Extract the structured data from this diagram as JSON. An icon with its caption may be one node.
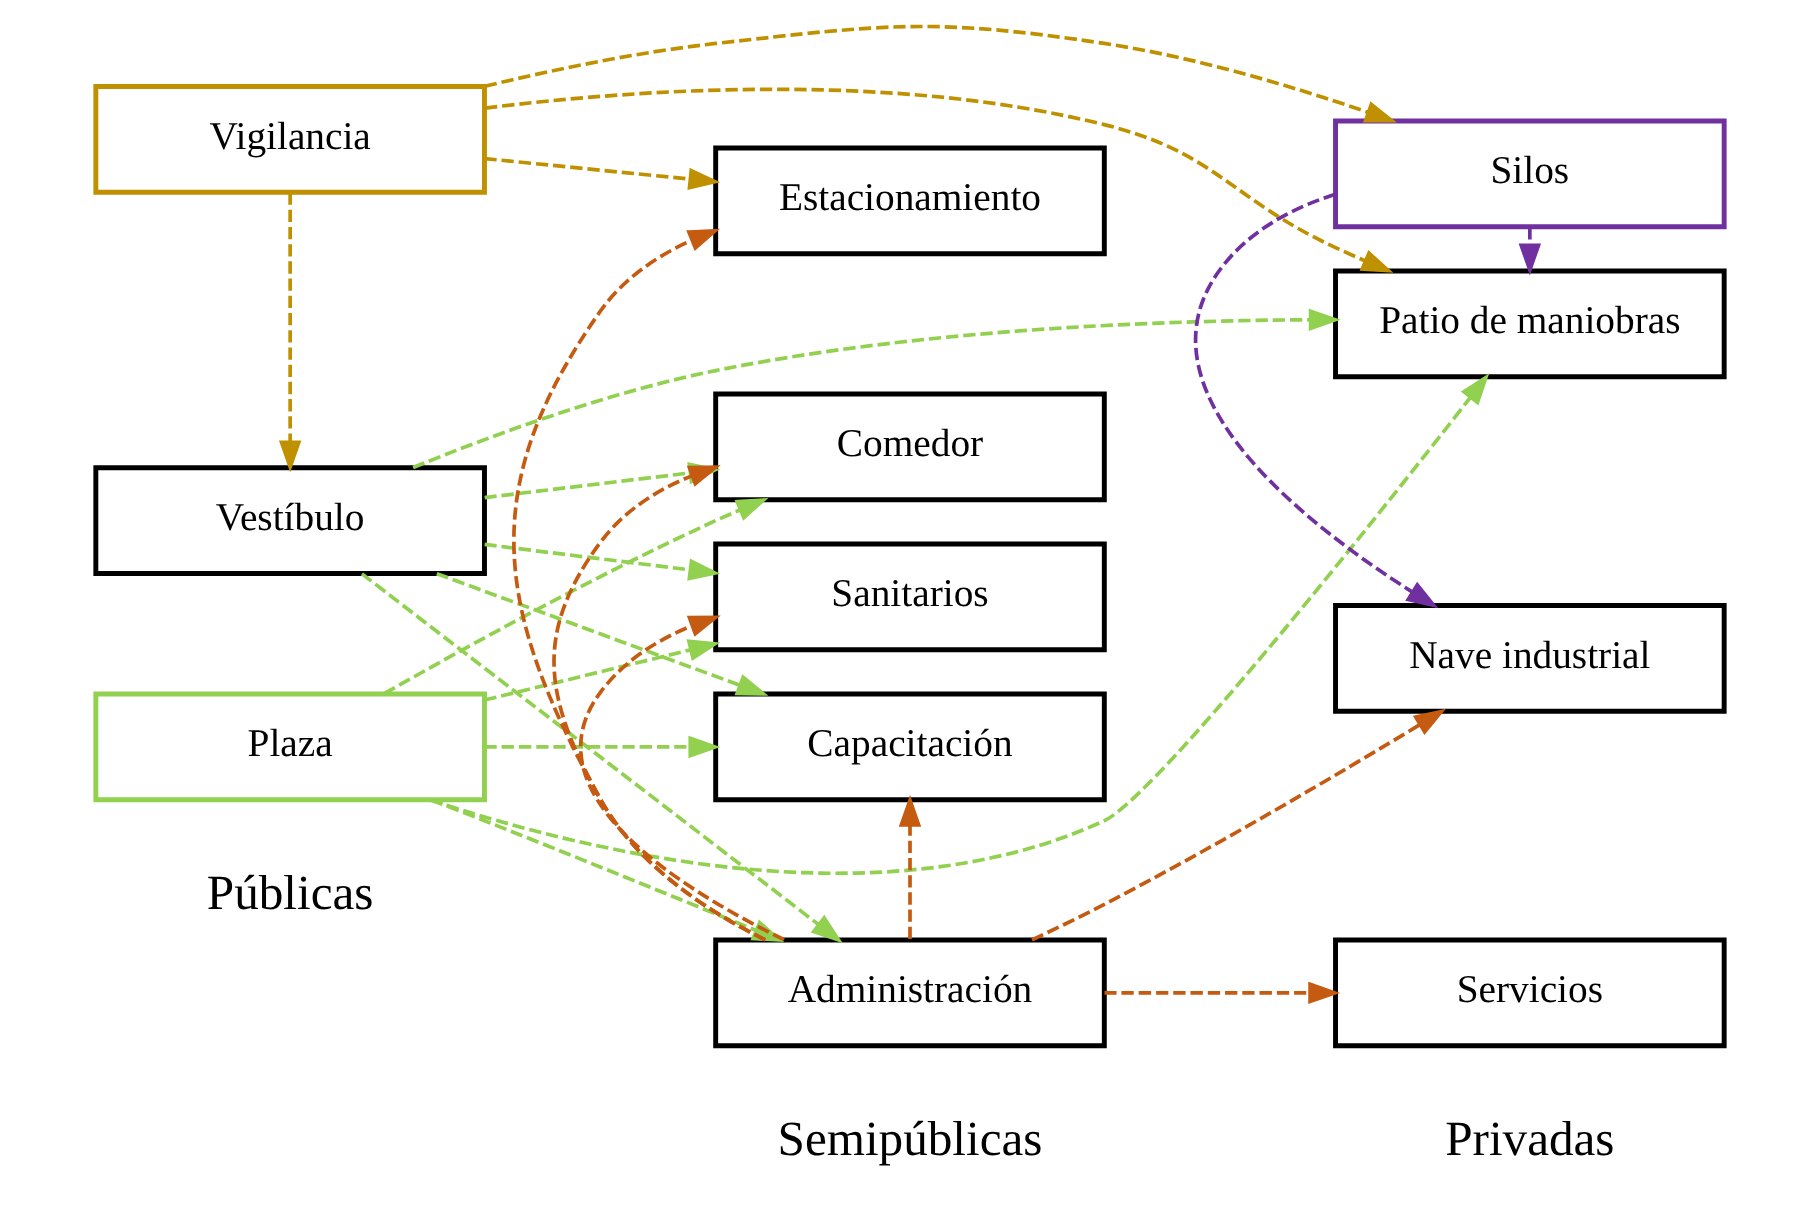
{
  "diagram": {
    "nodes": [
      {
        "text": [
          "Vigilancia"
        ]
      },
      {
        "text": [
          "Vestíbulo"
        ]
      },
      {
        "text": [
          "Plaza"
        ]
      },
      {
        "text": [
          "Administración"
        ]
      },
      {
        "text": [
          "Sanitarios"
        ]
      },
      {
        "text": [
          "Capacitación"
        ]
      },
      {
        "text": [
          "Estacionamiento"
        ]
      },
      {
        "text": [
          "Comedor"
        ]
      },
      {
        "text": [
          "Silos"
        ]
      },
      {
        "text": [
          "Nave industrial"
        ]
      },
      {
        "text": [
          "Servicios"
        ]
      },
      {
        "text": [
          "Patio de maniobras"
        ]
      }
    ],
    "edges": [
      {
        "from": 0,
        "to": 1,
        "arrow": "to",
        "style": "dashed",
        "color": "#bf9000"
      },
      {
        "from": 0,
        "to": 8,
        "arrow": "to",
        "style": "dashed",
        "color": "#bf9000"
      },
      {
        "from": 0,
        "to": 6,
        "arrow": "to",
        "style": "dashed",
        "color": "#bf9000"
      },
      {
        "from": 0,
        "to": 11,
        "arrow": "to",
        "style": "dashed",
        "color": "#bf9000"
      },
      {
        "from": 1,
        "to": 3,
        "arrow": "to",
        "style": "dashed"
      },
      {
        "from": 1,
        "to": 4,
        "arrow": "to",
        "style": "dashed"
      },
      {
        "from": 1,
        "to": 5,
        "arrow": "to",
        "style": "dashed"
      },
      {
        "from": 1,
        "to": 7,
        "arrow": "to",
        "style": "dashed"
      },
      {
        "from": 1,
        "to": 11,
        "arrow": "to",
        "style": "dashed"
      },
      {
        "from": 2,
        "to": 3,
        "arrow": "to",
        "style": "dashed"
      },
      {
        "from": 2,
        "to": 4,
        "arrow": "to",
        "style": "dashed"
      },
      {
        "from": 2,
        "to": 5,
        "arrow": "to",
        "style": "dashed"
      },
      {
        "from": 2,
        "to": 7,
        "arrow": "to",
        "style": "dashed"
      },
      {
        "from": 2,
        "to": 11,
        "arrow": "to",
        "style": "dashed"
      },
      {
        "from": 3,
        "to": 4,
        "arrow": "to",
        "style": "dashed",
        "color": "#c55a11"
      },
      {
        "from": 3,
        "to": 5,
        "arrow": "to",
        "style": "dashed",
        "color": "#c55a11"
      },
      {
        "from": 3,
        "to": 6,
        "arrow": "to",
        "style": "dashed",
        "color": "#c55a11"
      },
      {
        "from": 3,
        "to": 7,
        "arrow": "to",
        "style": "dashed",
        "color": "#c55a11"
      },
      {
        "from": 3,
        "to": 9,
        "arrow": "to",
        "style": "dashed",
        "color": "#c55a11"
      },
      {
        "from": 3,
        "to": 10,
        "arrow": "to",
        "style": "dashed",
        "color": "#c55a11"
      },
      {
        "from": 8,
        "to": 9,
        "arrow": "to",
        "style": "dashed",
        "color": "#7030a0"
      },
      {
        "from": 8,
        "to": 11,
        "arrow": "to",
        "style": "dashed",
        "color": "#7030a0"
      }
    ],
    "labels": [
      "Públicas",
      "Semipúblicas",
      "Privadas"
    ]
  }
}
